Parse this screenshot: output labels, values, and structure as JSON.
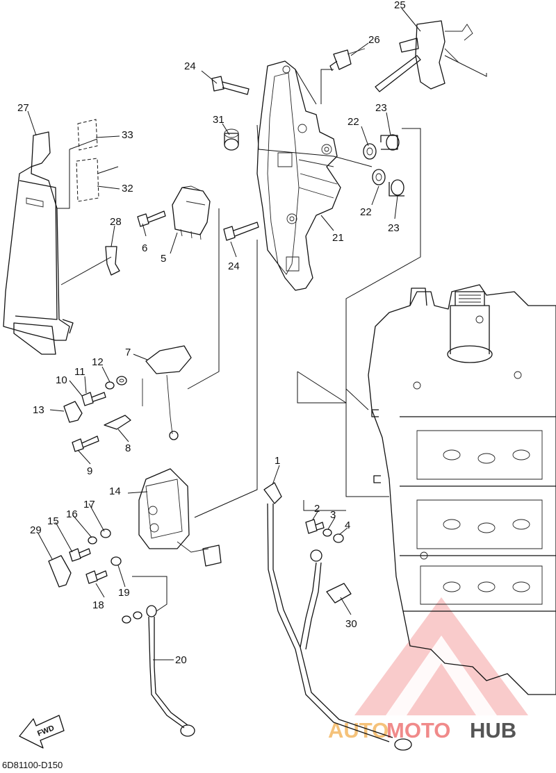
{
  "diagram_code": "6D81100-D150",
  "fwd_label": "FWD",
  "watermark": {
    "part1": "AUTO",
    "part2": "MOTO",
    "part3": "HUB",
    "color_main": "#f08a8a",
    "color_accent": "#f5c27a",
    "color_dark": "#555555"
  },
  "callouts": [
    "1",
    "2",
    "3",
    "4",
    "5",
    "6",
    "7",
    "8",
    "9",
    "10",
    "11",
    "12",
    "13",
    "14",
    "15",
    "16",
    "17",
    "18",
    "19",
    "20",
    "21",
    "22",
    "22",
    "23",
    "23",
    "24",
    "24",
    "25",
    "26",
    "27",
    "28",
    "29",
    "30",
    "31",
    "32",
    "33"
  ]
}
